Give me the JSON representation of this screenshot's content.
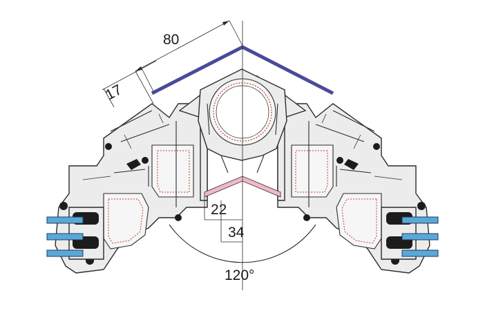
{
  "dimensions": {
    "width_top": "80",
    "offset": "17",
    "inner_22": "22",
    "inner_34": "34",
    "angle": "120°"
  },
  "colors": {
    "cover_outer": "#4a4a9a",
    "cover_inner": "#f2b8c6",
    "reinforcement": "#c0392b",
    "glass": "#5aa8d8",
    "profile_fill": "#ececec",
    "outline": "#2b2b2b"
  }
}
